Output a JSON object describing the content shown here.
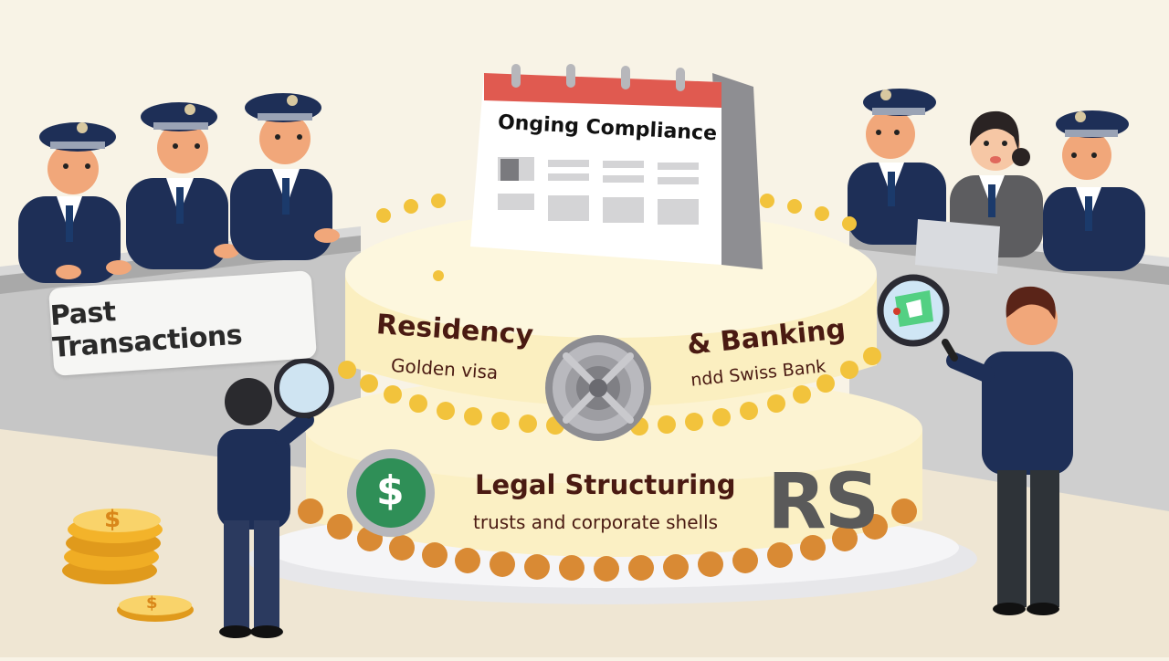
{
  "illustration": {
    "description": "Cartoon of a multi-tier cake labeled with offshore wealth strategies, watched by uniformed officers and inspected by investigators with magnifying glasses",
    "labels": {
      "past_transactions": "Past Transactions",
      "calendar_title": "Onging Compliance",
      "tier_top_left_title": "Residency",
      "tier_top_left_sub": "Golden visa",
      "tier_top_right_title": "& Banking",
      "tier_top_right_sub": "ndd Swiss Bank",
      "tier_bottom_title": "Legal Structuring",
      "tier_bottom_sub": "trusts and corporate shells",
      "tier_bottom_badge": "RS",
      "dollar_symbol": "$"
    },
    "icons": {
      "calendar": "calendar-icon",
      "vault": "vault-door-icon",
      "dollar_coin": "dollar-coin-icon",
      "magnifier": "magnifying-glass-icon",
      "map": "map-icon",
      "coins": "coin-stack-icon"
    },
    "colors": {
      "background": "#f8f3e6",
      "uniform_navy": "#1e2f57",
      "cake_cream": "#fbf0c4",
      "cake_ball_yellow": "#f2c33c",
      "cake_ball_orange": "#d98a34",
      "calendar_red": "#e05a50",
      "text_brown": "#4a1a12",
      "wall_gray": "#c8c8c8",
      "coin_gold": "#f3b32a",
      "dollar_green": "#2f8f57"
    },
    "people": {
      "left_officers": 3,
      "right_group": 3,
      "investigators": 2
    }
  }
}
